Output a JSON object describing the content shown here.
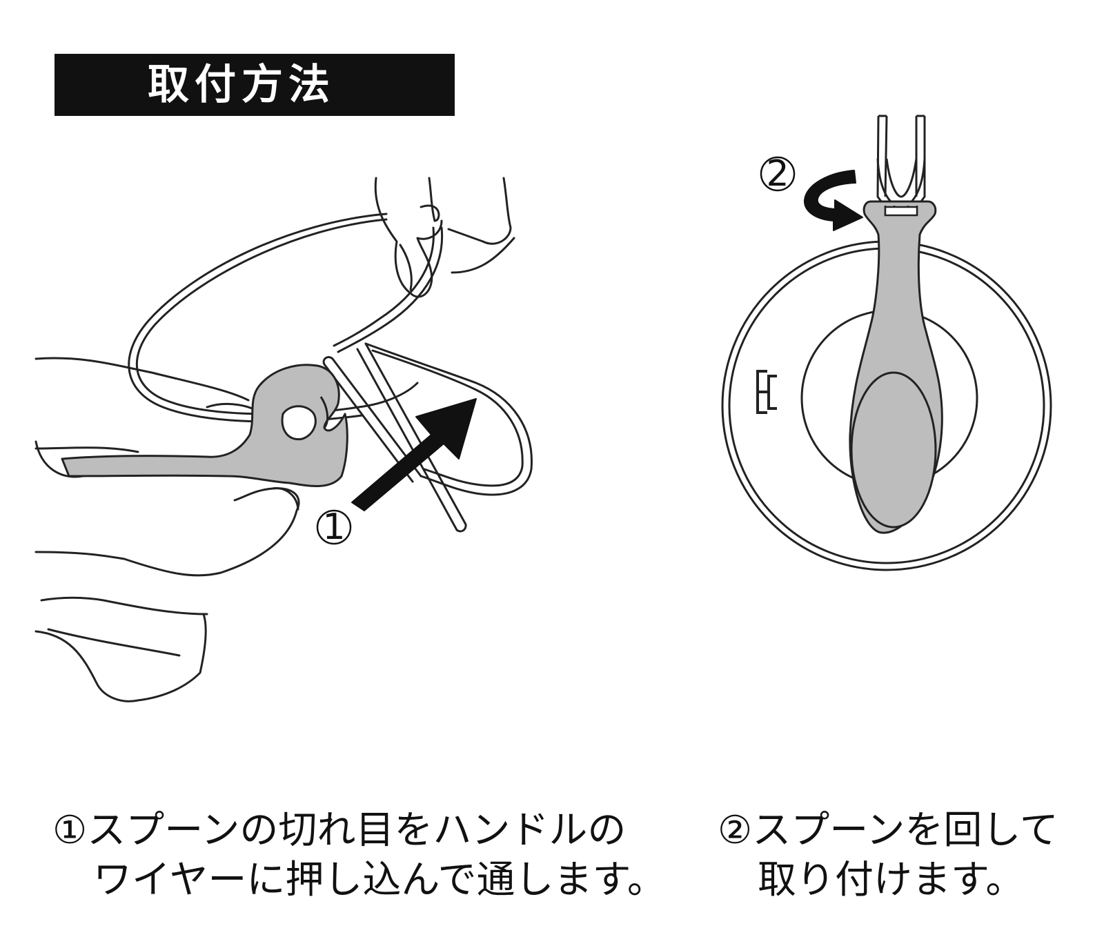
{
  "title": "取付方法",
  "steps": [
    {
      "marker": "①",
      "caption_line1": "①スプーンの切れ目をハンドルの",
      "caption_line2": "ワイヤーに押し込んで通します。"
    },
    {
      "marker": "②",
      "caption_line1": "②スプーンを回して",
      "caption_line2": "取り付けます。"
    }
  ],
  "lid_marking": "ヨニ",
  "colors": {
    "title_bg": "#111111",
    "title_text": "#ffffff",
    "spoon_fill": "#bdbdbd",
    "line": "#222222",
    "arrow": "#111111"
  }
}
